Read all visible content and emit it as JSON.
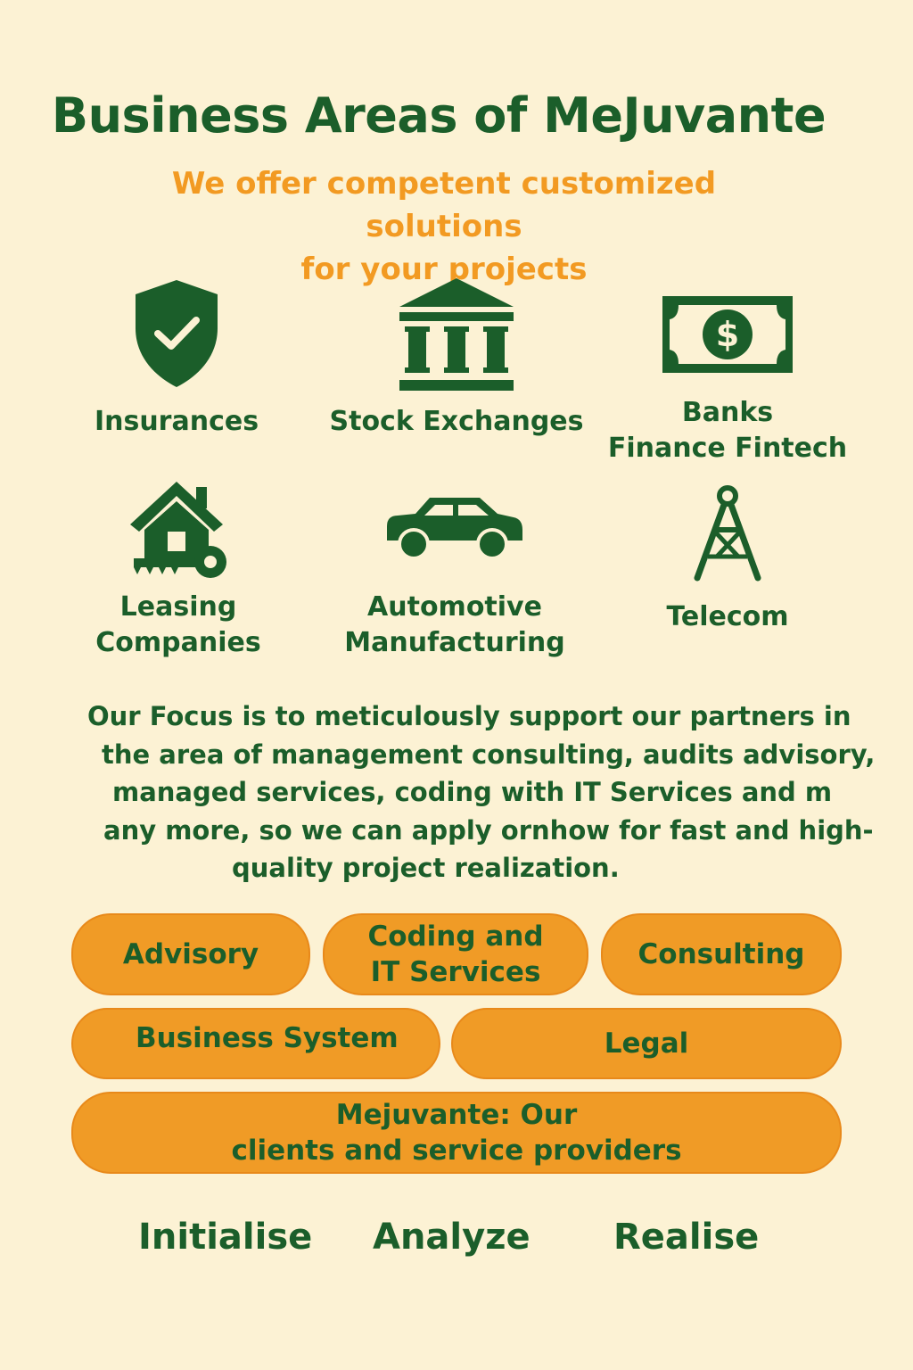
{
  "header": {
    "title": "Business Areas of MeJuvante",
    "subtitle_line1": "We offer competent customized solutions",
    "subtitle_line2": "for your projects"
  },
  "areas": [
    {
      "icon": "shield-check-icon",
      "line1": "Insurances",
      "line2": ""
    },
    {
      "icon": "bank-building-icon",
      "line1": "Stock Exchanges",
      "line2": ""
    },
    {
      "icon": "banknote-dollar-icon",
      "line1": "Banks",
      "line2": "Finance Fintech"
    },
    {
      "icon": "house-key-icon",
      "line1": "Leasing",
      "line2": "Companies"
    },
    {
      "icon": "car-icon",
      "line1": "Automotive",
      "line2": "Manufacturing"
    },
    {
      "icon": "radio-tower-icon",
      "line1": "Telecom",
      "line2": ""
    }
  ],
  "focus": {
    "line1": "Our Focus is to meticulously support our partners in",
    "line2": "the area of management consulting, audits advisory,",
    "line3": "managed services, coding with IT Services and m",
    "line4": "any more, so we can apply ornhow for fast and high-",
    "line5": "quality project realization."
  },
  "services": {
    "advisory": "Advisory",
    "coding_line1": "Coding and",
    "coding_line2": "IT Services",
    "consulting": "Consulting",
    "business_system": "Business System",
    "legal": "Legal",
    "mejuvante_line1": "Mejuvante: Our",
    "mejuvante_line2": "clients and service providers"
  },
  "steps": [
    "Initialise",
    "Analyze",
    "Realise"
  ],
  "colors": {
    "background": "#fcf2d4",
    "primary_green": "#1b5e2a",
    "accent_orange": "#f29a22",
    "pill_orange": "#f09b26"
  }
}
